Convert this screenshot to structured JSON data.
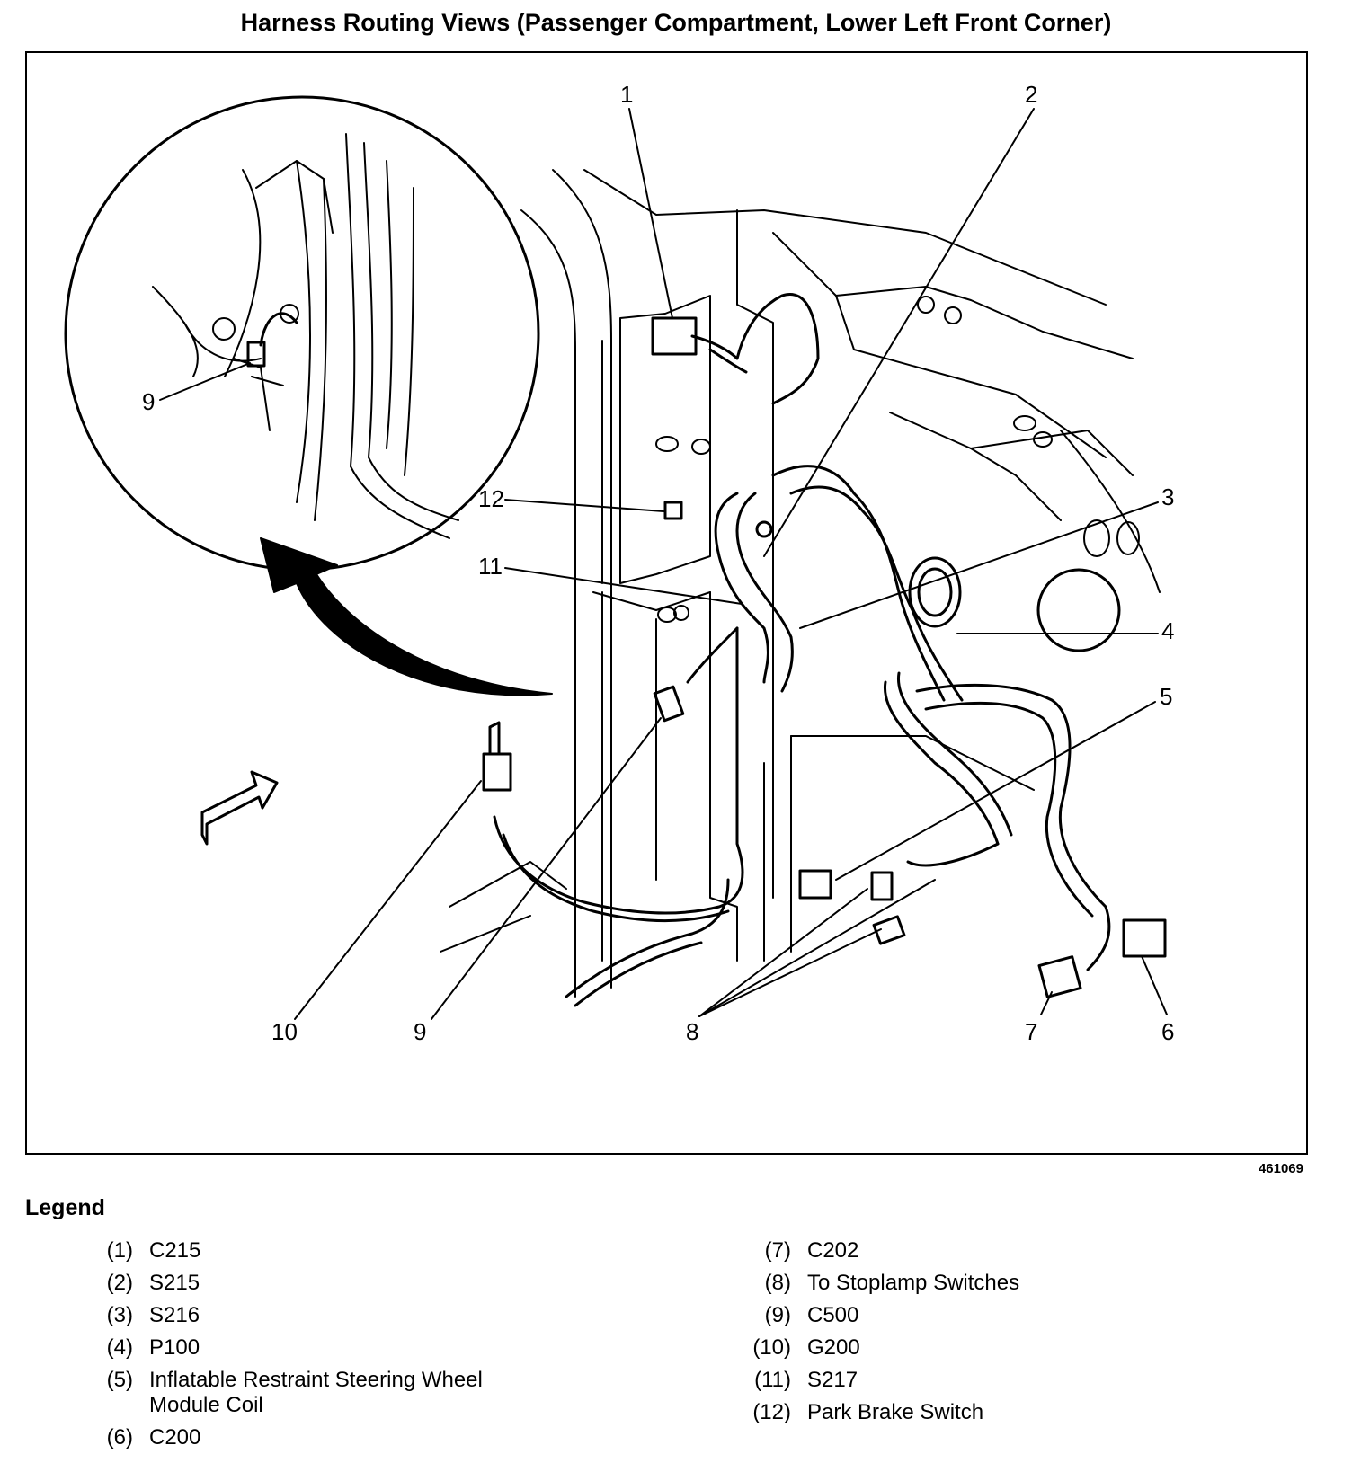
{
  "title": "Harness Routing Views (Passenger Compartment, Lower Left Front Corner)",
  "figure_id": "461069",
  "callouts": {
    "c1": "1",
    "c2": "2",
    "c3": "3",
    "c4": "4",
    "c5": "5",
    "c6": "6",
    "c7": "7",
    "c8": "8",
    "c9": "9",
    "c9_detail": "9",
    "c10": "10",
    "c11": "11",
    "c12": "12"
  },
  "legend": {
    "heading": "Legend",
    "items": [
      {
        "num": "(1)",
        "text": "C215"
      },
      {
        "num": "(2)",
        "text": "S215"
      },
      {
        "num": "(3)",
        "text": "S216"
      },
      {
        "num": "(4)",
        "text": "P100"
      },
      {
        "num": "(5)",
        "text": "Inflatable Restraint Steering Wheel Module Coil"
      },
      {
        "num": "(6)",
        "text": "C200"
      },
      {
        "num": "(7)",
        "text": "C202"
      },
      {
        "num": "(8)",
        "text": "To Stoplamp Switches"
      },
      {
        "num": "(9)",
        "text": "C500"
      },
      {
        "num": "(10)",
        "text": "G200"
      },
      {
        "num": "(11)",
        "text": "S217"
      },
      {
        "num": "(12)",
        "text": "Park Brake Switch"
      }
    ]
  }
}
